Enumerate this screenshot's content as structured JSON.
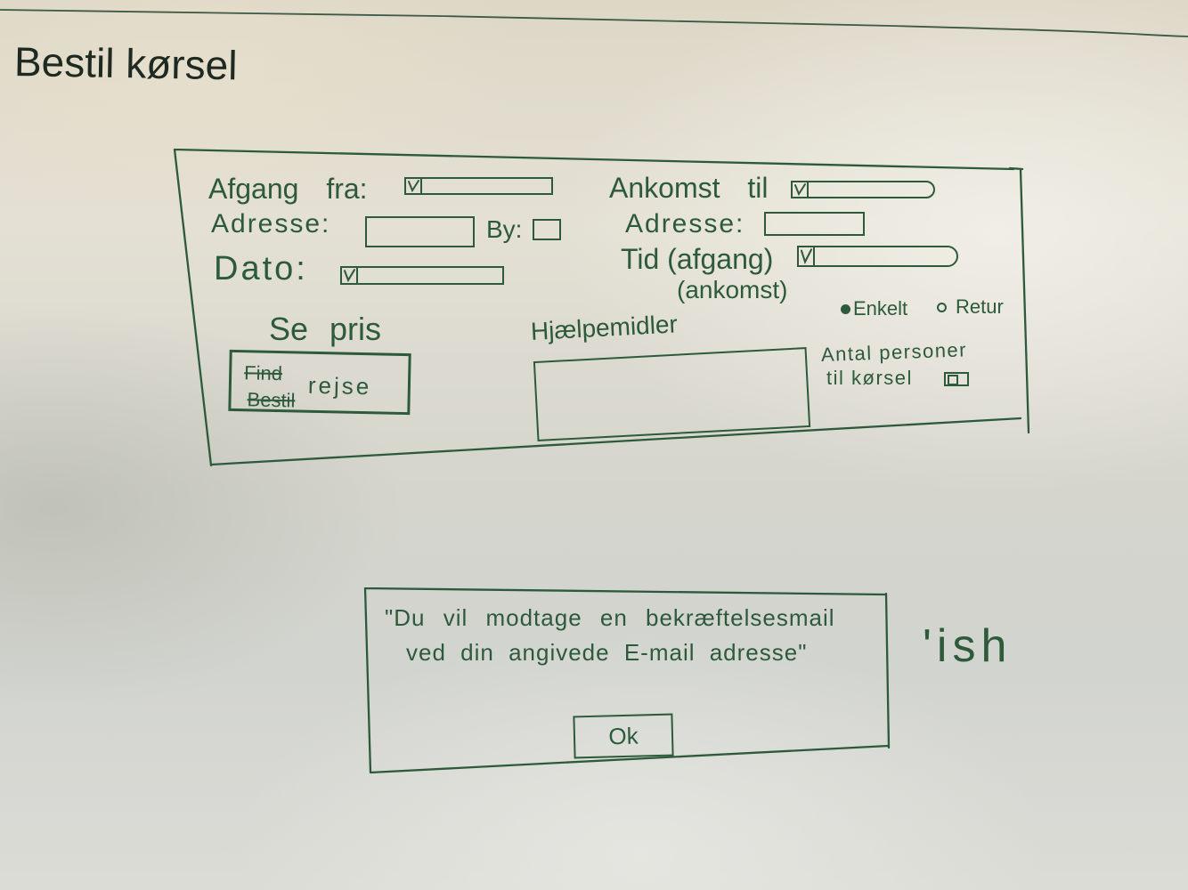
{
  "colors": {
    "ink": "#2d5a3b",
    "title_ink": "#1e2a21"
  },
  "title": "Bestil kørsel",
  "form": {
    "from_label": "Afgang fra:",
    "from_address_label": "Adresse:",
    "city_label": "By:",
    "date_label": "Dato:",
    "to_label": "Ankomst til",
    "to_address_label": "Adresse:",
    "time_label": "Tid (afgang)",
    "time_label_alt": "(ankomst)",
    "trip_type": [
      {
        "label": "Enkelt",
        "selected": true
      },
      {
        "label": "Retur",
        "selected": false
      }
    ],
    "see_price_label": "Se pris",
    "submit_button": {
      "struck_labels": [
        "Find",
        "Bestil"
      ],
      "label": "rejse"
    },
    "aids_label": "Hjælpemidler",
    "persons_label": [
      "Antal personer",
      "til kørsel"
    ]
  },
  "dialog": {
    "message": [
      "\"Du vil modtage en bekræftelsesmail",
      "ved din angivede E-mail adresse\""
    ],
    "ok_label": "Ok"
  },
  "margin_note": "'ish"
}
